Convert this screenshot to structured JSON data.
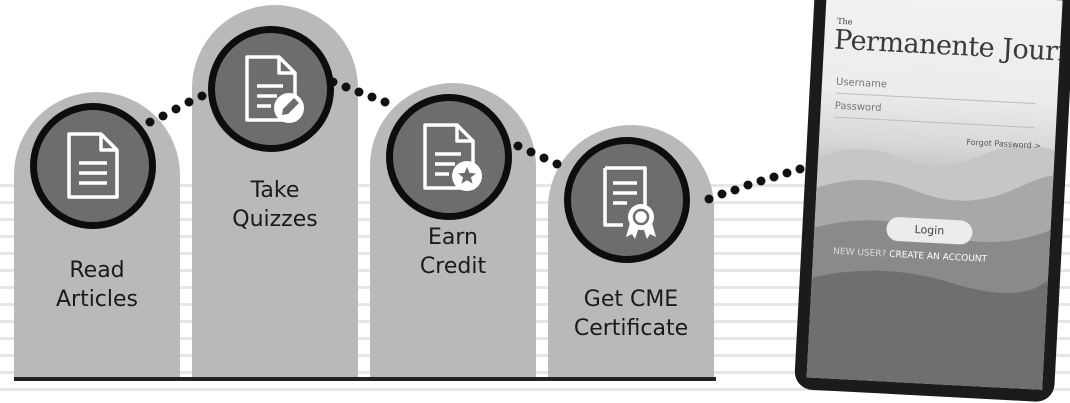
{
  "steps": [
    {
      "line1": "Read",
      "line2": "Articles",
      "icon": "document-icon"
    },
    {
      "line1": "Take",
      "line2": "Quizzes",
      "icon": "document-pencil-icon"
    },
    {
      "line1": "Earn",
      "line2": "Credit",
      "icon": "document-star-icon"
    },
    {
      "line1": "Get CME",
      "line2": "Certificate",
      "icon": "certificate-icon"
    }
  ],
  "phone": {
    "brand_the": "The",
    "brand_title": "Permanente Journal",
    "username_placeholder": "Username",
    "password_placeholder": "Password",
    "forgot_password": "Forgot Password >",
    "login_label": "Login",
    "new_user": "NEW USER?",
    "create_account": "CREATE AN ACCOUNT"
  },
  "colors": {
    "column": "#b9b9b9",
    "circle": "#6d6d6d",
    "ring": "#0d0d0d",
    "phone_body": "#1b1b1b"
  }
}
